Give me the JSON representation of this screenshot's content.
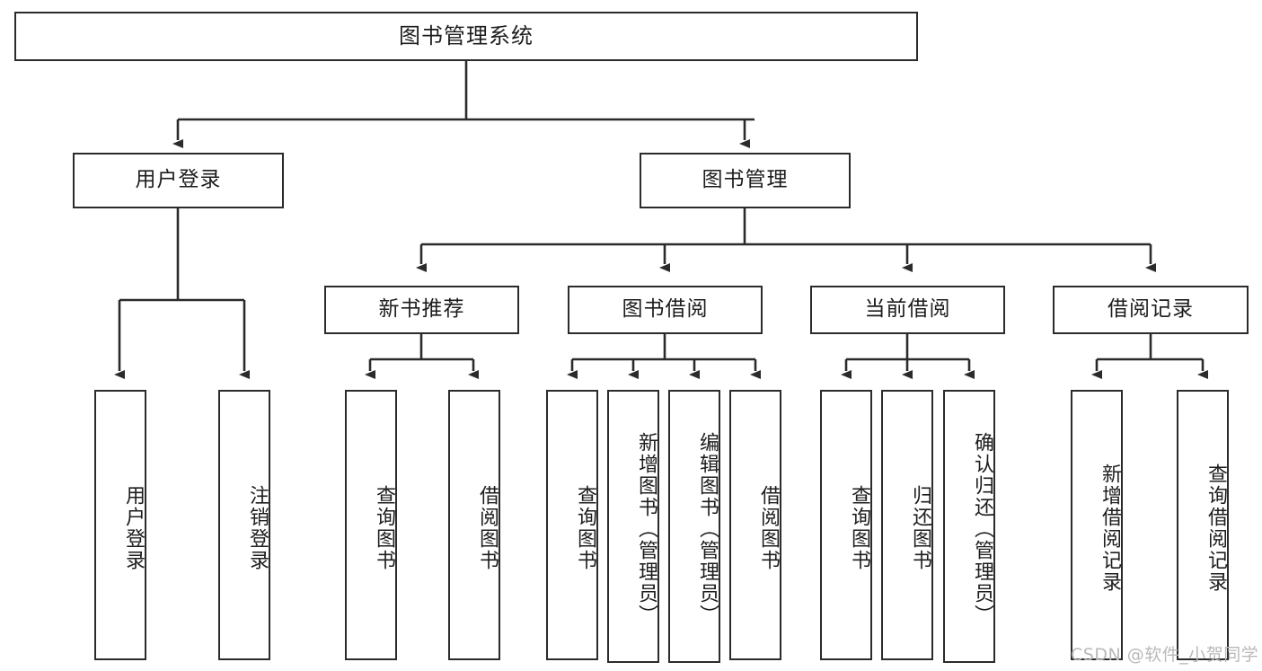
{
  "diagram": {
    "title": "图书管理系统",
    "watermark": "CSDN @软件_小贺同学",
    "colors": {
      "stroke": "#2b2b2b",
      "fill": "#ffffff",
      "text": "#1d1d1d",
      "watermark": "#b9b9b9"
    },
    "levels": {
      "root": "图书管理系统",
      "level2": [
        "用户登录",
        "图书管理"
      ],
      "level3": [
        "新书推荐",
        "图书借阅",
        "当前借阅",
        "借阅记录"
      ]
    },
    "nodes": {
      "root": {
        "label": "图书管理系统"
      },
      "user_login": {
        "label": "用户登录"
      },
      "book_manage": {
        "label": "图书管理"
      },
      "new_book_rec": {
        "label": "新书推荐"
      },
      "book_borrow": {
        "label": "图书借阅"
      },
      "current_borrow": {
        "label": "当前借阅"
      },
      "borrow_record": {
        "label": "借阅记录"
      },
      "leaf_user_login": {
        "label": "用户登录"
      },
      "leaf_user_logout": {
        "label": "注销登录"
      },
      "leaf_query_book_1": {
        "label": "查询图书"
      },
      "leaf_borrow_book_1": {
        "label": "借阅图书"
      },
      "leaf_query_book_2": {
        "label": "查询图书"
      },
      "leaf_add_book": {
        "label": "新增图书（管理员）"
      },
      "leaf_edit_book": {
        "label": "编辑图书（管理员）"
      },
      "leaf_borrow_book_2": {
        "label": "借阅图书"
      },
      "leaf_query_book_3": {
        "label": "查询图书"
      },
      "leaf_return_book": {
        "label": "归还图书"
      },
      "leaf_confirm_return": {
        "label": "确认归还（管理员）"
      },
      "leaf_add_record": {
        "label": "新增借阅记录"
      },
      "leaf_query_record": {
        "label": "查询借阅记录"
      }
    }
  }
}
